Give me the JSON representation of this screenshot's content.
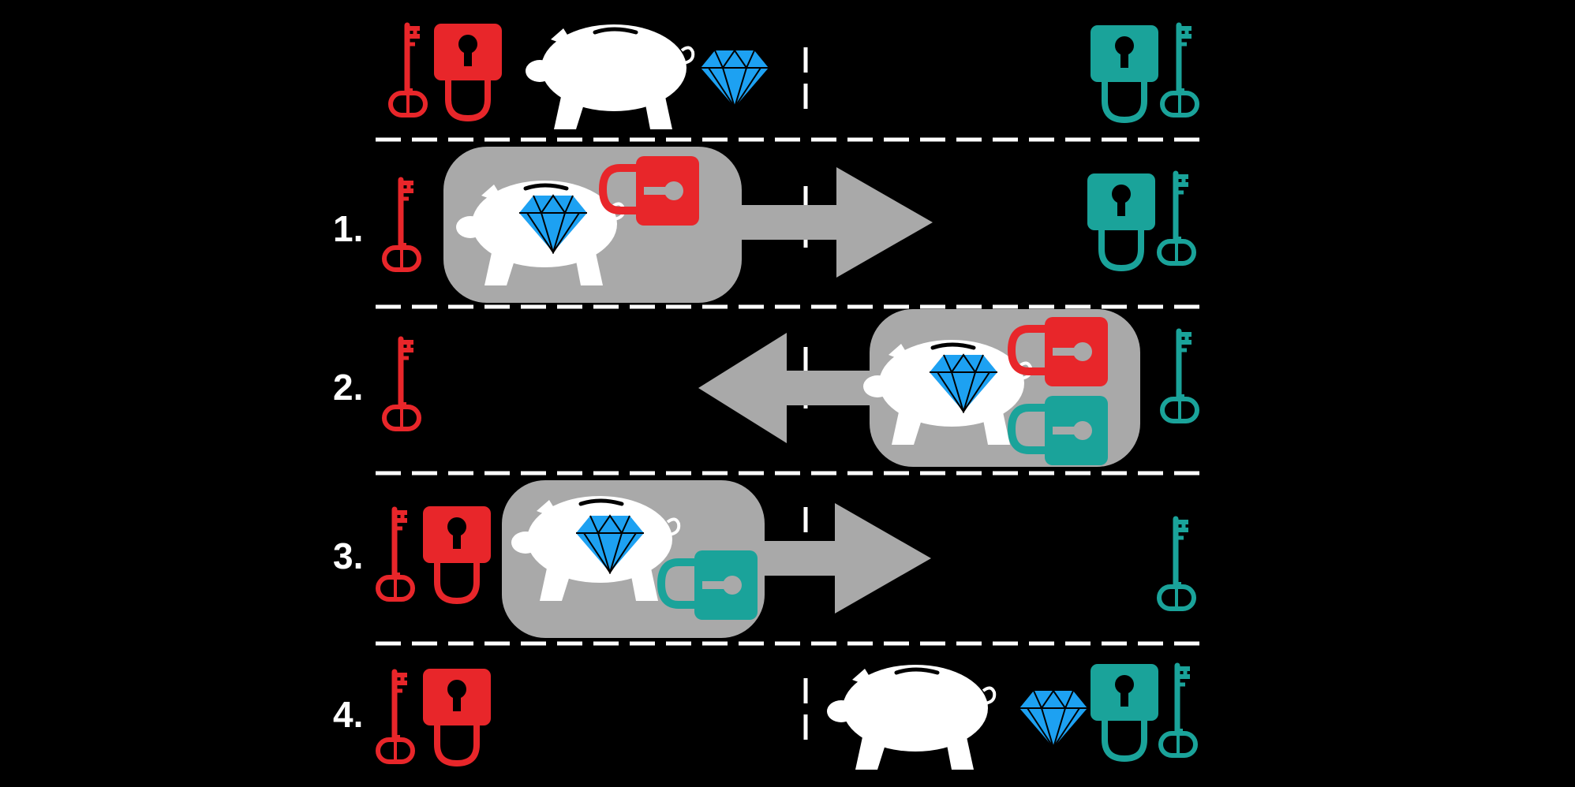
{
  "colors": {
    "background": "#000000",
    "sender": "#e8262a",
    "receiver": "#1aa39a",
    "gem": "#1da1f2",
    "box": "#a9a9a9",
    "arrow": "#a9a9a9",
    "pig": "#ffffff",
    "divider": "#ffffff"
  },
  "icons": [
    "key-icon",
    "padlock-icon",
    "piggy-bank-icon",
    "diamond-icon",
    "arrow-right-icon",
    "arrow-left-icon"
  ],
  "steps": [
    {
      "label": "",
      "direction": "none",
      "box_locks": [],
      "sender_has_lock": true,
      "receiver_has_lock": true,
      "pig_holder": "sender"
    },
    {
      "label": "1.",
      "direction": "right",
      "box_locks": [
        "sender"
      ],
      "sender_has_lock": false,
      "receiver_has_lock": true,
      "pig_holder": "transit"
    },
    {
      "label": "2.",
      "direction": "left",
      "box_locks": [
        "sender",
        "receiver"
      ],
      "sender_has_lock": false,
      "receiver_has_lock": false,
      "pig_holder": "transit"
    },
    {
      "label": "3.",
      "direction": "right",
      "box_locks": [
        "receiver"
      ],
      "sender_has_lock": true,
      "receiver_has_lock": false,
      "pig_holder": "transit"
    },
    {
      "label": "4.",
      "direction": "none",
      "box_locks": [],
      "sender_has_lock": true,
      "receiver_has_lock": true,
      "pig_holder": "receiver"
    }
  ]
}
